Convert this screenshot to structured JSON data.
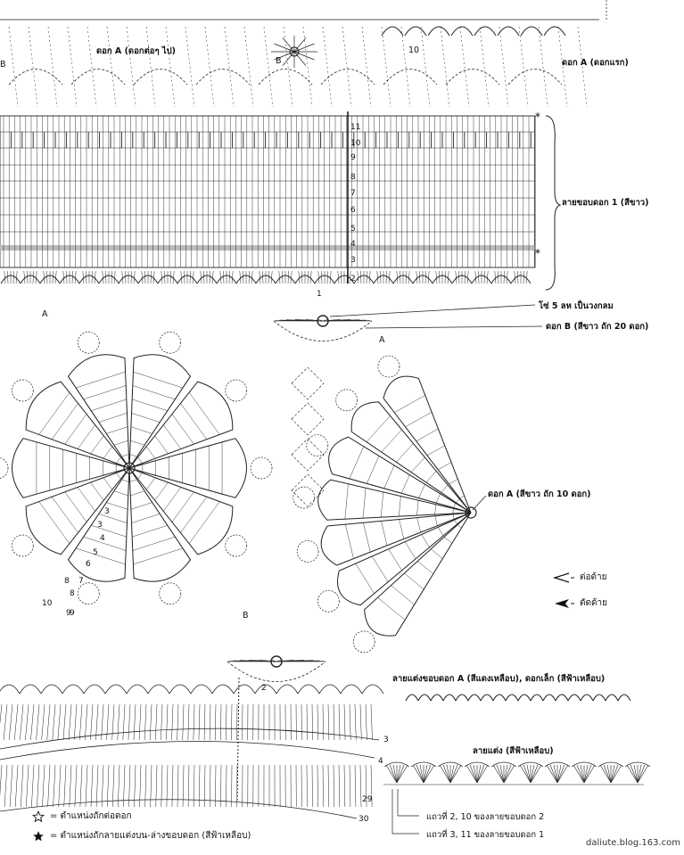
{
  "labels": {
    "flower_a_next": "ดอก A (ดอกต่อๆ ไป)",
    "flower_a_first": "ดอก A (ดอกแรก)",
    "b_top_left": "B",
    "b_top_mid": "B",
    "b_bottom": "B",
    "a_left": "A",
    "a_right": "A",
    "edge_flower1": "ลายขอบดอก 1 (สีขาว)",
    "chain5_ring": "โซ่ 5 ลห เป็นวงกลม",
    "flower_b": "ดอก B (สีขาว ถัก 20 ดอก)",
    "flower_a_main": "ดอก A (สีขาว ถัก 10 ดอก)",
    "join": "ต่อด้าย",
    "cut": "ตัดด้าย",
    "edge_deco_a": "ลายแต่งขอบดอก A (สีแดงเหลือบ), ดอกเล็ก (สีฟ้าเหลือบ)",
    "deco": "ลายแต่ง (สีฟ้าเหลือบ)",
    "row_2_10": "แถวที่ 2, 10 ของลายขอบดอก 2",
    "row_3_11": "แถวที่ 3, 11 ของลายขอบดอก 1",
    "legend_star_hollow": "= ตำแหน่งถักต่อดอก",
    "legend_star_solid": "= ตำแหน่งถักลายแต่งบน-ล่างขอบดอก (สีฟ้าเหลือบ)",
    "watermark": "daliute.blog.163.com",
    "ten_top": "10"
  },
  "band_rows": [
    "11",
    "10",
    "9",
    "8",
    "7",
    "6",
    "5",
    "4",
    "3",
    "2"
  ],
  "band_row_1": "1",
  "petal_nums": [
    "3",
    "3",
    "4",
    "5",
    "6",
    "7",
    "8",
    "8",
    "9",
    "10",
    "9"
  ],
  "bottom_rows": [
    "2",
    "3",
    "4",
    "29",
    "30"
  ],
  "icons": {
    "star_hollow": "star-outline-icon",
    "star_solid": "star-filled-icon",
    "arrow_join": "open-arrowhead-icon",
    "arrow_cut": "filled-arrowhead-icon"
  }
}
